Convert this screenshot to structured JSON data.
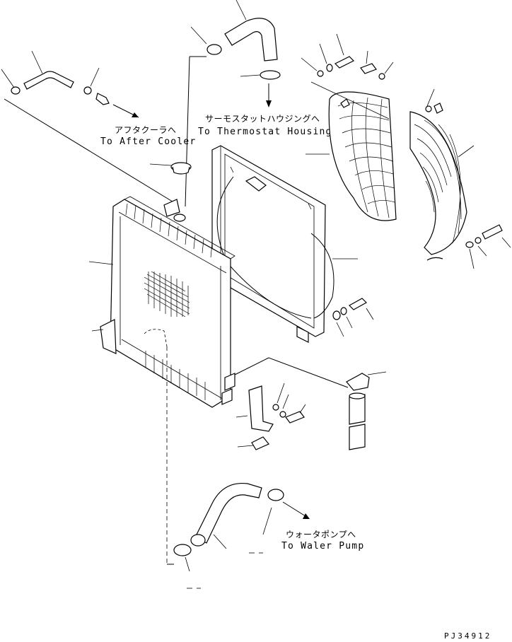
{
  "labels": {
    "after_cooler_jp": "アフタクーラへ",
    "after_cooler_en": "To After Cooler",
    "thermostat_jp": "サーモスタットハウジングへ",
    "thermostat_en": "To Thermostat Housing",
    "water_pump_jp": "ウォータポンプへ",
    "water_pump_en": "To Waler Pump",
    "drawing_code": "PJ34912"
  }
}
